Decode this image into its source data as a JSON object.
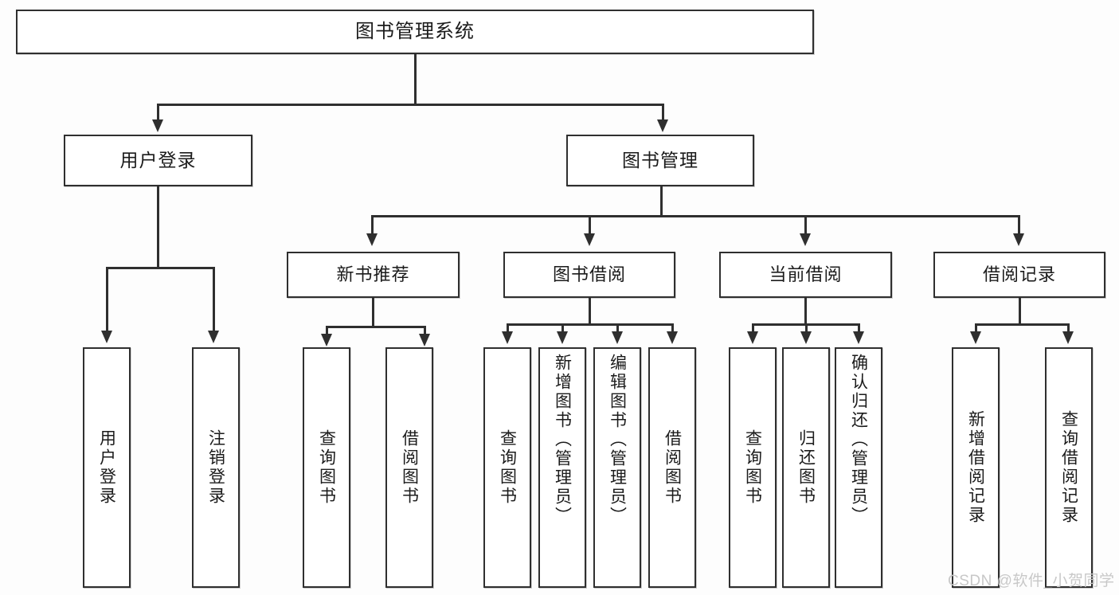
{
  "diagram": {
    "type": "hierarchy-tree",
    "root": {
      "label": "图书管理系统"
    },
    "level2": [
      {
        "id": "user-login",
        "label": "用户登录"
      },
      {
        "id": "book-management",
        "label": "图书管理"
      }
    ],
    "level3": [
      {
        "id": "new-book-recommend",
        "label": "新书推荐",
        "parent": "book-management"
      },
      {
        "id": "book-borrow",
        "label": "图书借阅",
        "parent": "book-management"
      },
      {
        "id": "current-borrow",
        "label": "当前借阅",
        "parent": "book-management"
      },
      {
        "id": "borrow-record",
        "label": "借阅记录",
        "parent": "book-management"
      }
    ],
    "leaves": {
      "user-login": [
        {
          "id": "leaf-user-login",
          "label": "用户登录"
        },
        {
          "id": "leaf-user-logout",
          "label": "注销登录"
        }
      ],
      "new-book-recommend": [
        {
          "id": "leaf-query-book-1",
          "label": "查询图书"
        },
        {
          "id": "leaf-borrow-book-1",
          "label": "借阅图书"
        }
      ],
      "book-borrow": [
        {
          "id": "leaf-query-book-2",
          "label": "查询图书"
        },
        {
          "id": "leaf-add-book",
          "label": "新增图书（管理员）"
        },
        {
          "id": "leaf-edit-book",
          "label": "编辑图书（管理员）"
        },
        {
          "id": "leaf-borrow-book-2",
          "label": "借阅图书"
        }
      ],
      "current-borrow": [
        {
          "id": "leaf-query-book-3",
          "label": "查询图书"
        },
        {
          "id": "leaf-return-book",
          "label": "归还图书"
        },
        {
          "id": "leaf-confirm-return",
          "label": "确认归还（管理员）"
        }
      ],
      "borrow-record": [
        {
          "id": "leaf-add-record",
          "label": "新增借阅记录"
        },
        {
          "id": "leaf-query-record",
          "label": "查询借阅记录"
        }
      ]
    }
  },
  "watermark": {
    "text": "CSDN @软件_小贺同学"
  },
  "colors": {
    "line": "#2f2f2f",
    "box_fill": "#ffffff",
    "text": "#1b1b1b",
    "watermark": "#c8c8c8",
    "background": "#fdfdfd"
  }
}
